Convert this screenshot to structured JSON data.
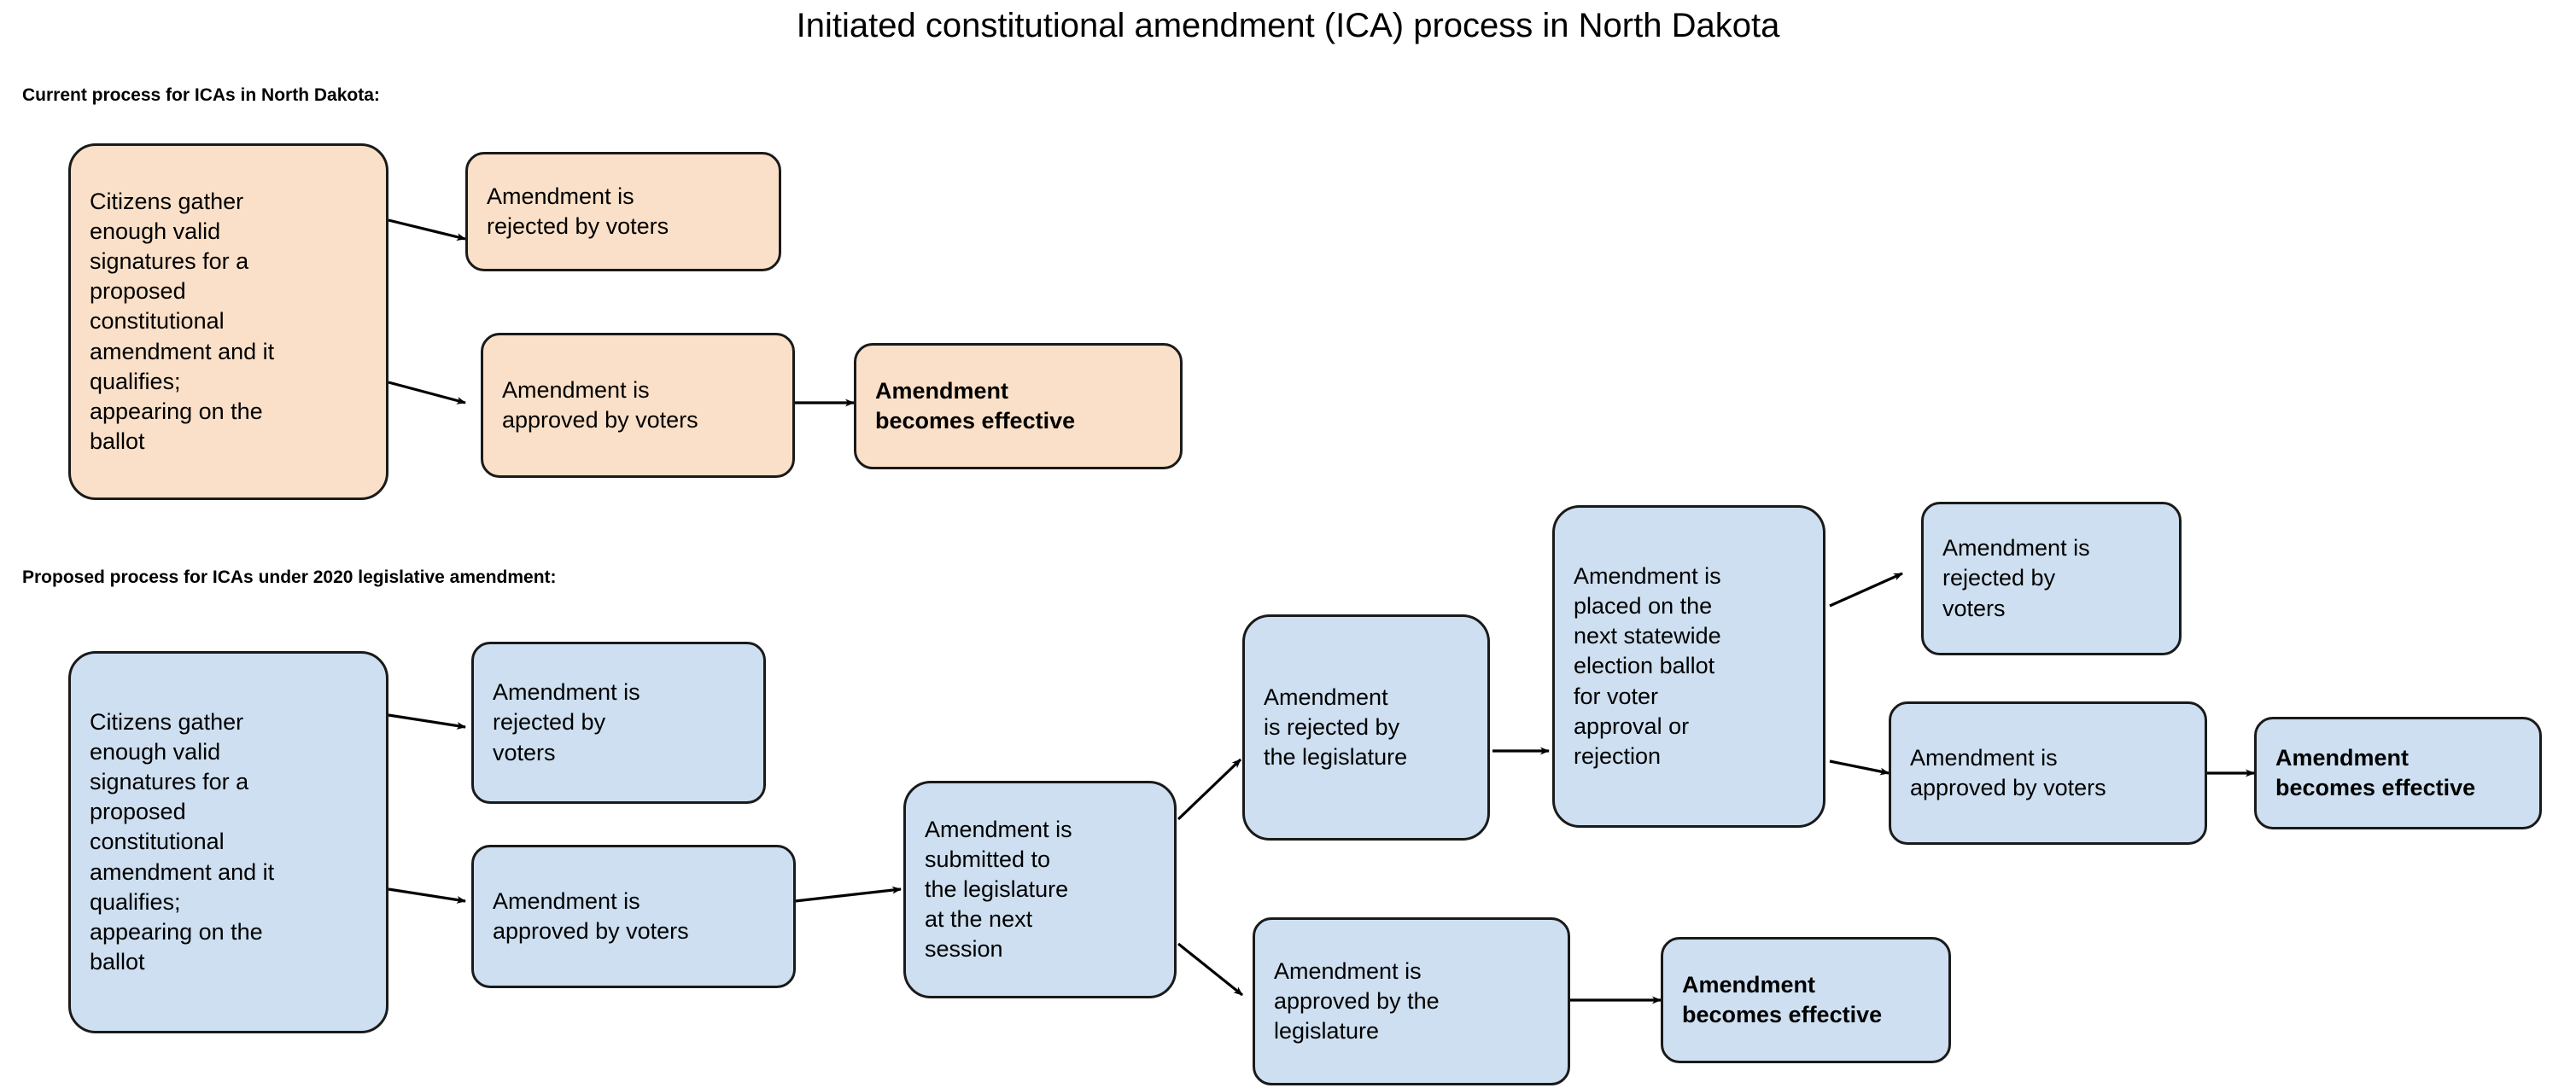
{
  "title": "Initiated constitutional amendment (ICA) process in North Dakota",
  "sections": [
    {
      "id": "current",
      "label": "Current process for ICAs in North Dakota:"
    },
    {
      "id": "proposed",
      "label": "Proposed process for ICAs under 2020 legislative amendment:"
    }
  ],
  "colors": {
    "orange_fill": "#fae0c8",
    "blue_fill": "#cddff0",
    "stroke": "#1a1a1a",
    "text": "#000000",
    "background": "#ffffff"
  },
  "nodes": {
    "current_start": "Citizens gather\nenough valid\nsignatures for a\nproposed\nconstitutional\namendment and it\nqualifies;\nappearing on the\nballot",
    "current_rejected_voters": "Amendment is\nrejected by voters",
    "current_approved_voters": "Amendment is\napproved by voters",
    "current_effective": "Amendment\nbecomes effective",
    "proposed_start": "Citizens gather\nenough valid\nsignatures for a\nproposed\nconstitutional\namendment and it\nqualifies;\nappearing on the\nballot",
    "proposed_rejected_voters_1": "Amendment is\nrejected by\nvoters",
    "proposed_approved_voters_1": "Amendment is\napproved by voters",
    "proposed_submitted_legislature": "Amendment is\nsubmitted to\nthe legislature\nat the next\nsession",
    "proposed_rejected_legislature": "Amendment\nis rejected by\nthe legislature",
    "proposed_approved_legislature": "Amendment is\napproved by the\nlegislature",
    "proposed_effective_legislature": "Amendment\nbecomes effective",
    "proposed_placed_ballot": "Amendment is\nplaced on the\nnext statewide\nelection ballot\nfor voter\napproval or\nrejection",
    "proposed_rejected_voters_2": "Amendment is\nrejected by\nvoters",
    "proposed_approved_voters_2": "Amendment is\napproved by voters",
    "proposed_effective_voters": "Amendment\nbecomes effective"
  },
  "edges": [
    {
      "from": "current_start",
      "to": "current_rejected_voters"
    },
    {
      "from": "current_start",
      "to": "current_approved_voters"
    },
    {
      "from": "current_approved_voters",
      "to": "current_effective"
    },
    {
      "from": "proposed_start",
      "to": "proposed_rejected_voters_1"
    },
    {
      "from": "proposed_start",
      "to": "proposed_approved_voters_1"
    },
    {
      "from": "proposed_approved_voters_1",
      "to": "proposed_submitted_legislature"
    },
    {
      "from": "proposed_submitted_legislature",
      "to": "proposed_rejected_legislature"
    },
    {
      "from": "proposed_submitted_legislature",
      "to": "proposed_approved_legislature"
    },
    {
      "from": "proposed_rejected_legislature",
      "to": "proposed_placed_ballot"
    },
    {
      "from": "proposed_approved_legislature",
      "to": "proposed_effective_legislature"
    },
    {
      "from": "proposed_placed_ballot",
      "to": "proposed_rejected_voters_2"
    },
    {
      "from": "proposed_placed_ballot",
      "to": "proposed_approved_voters_2"
    },
    {
      "from": "proposed_approved_voters_2",
      "to": "proposed_effective_voters"
    }
  ]
}
